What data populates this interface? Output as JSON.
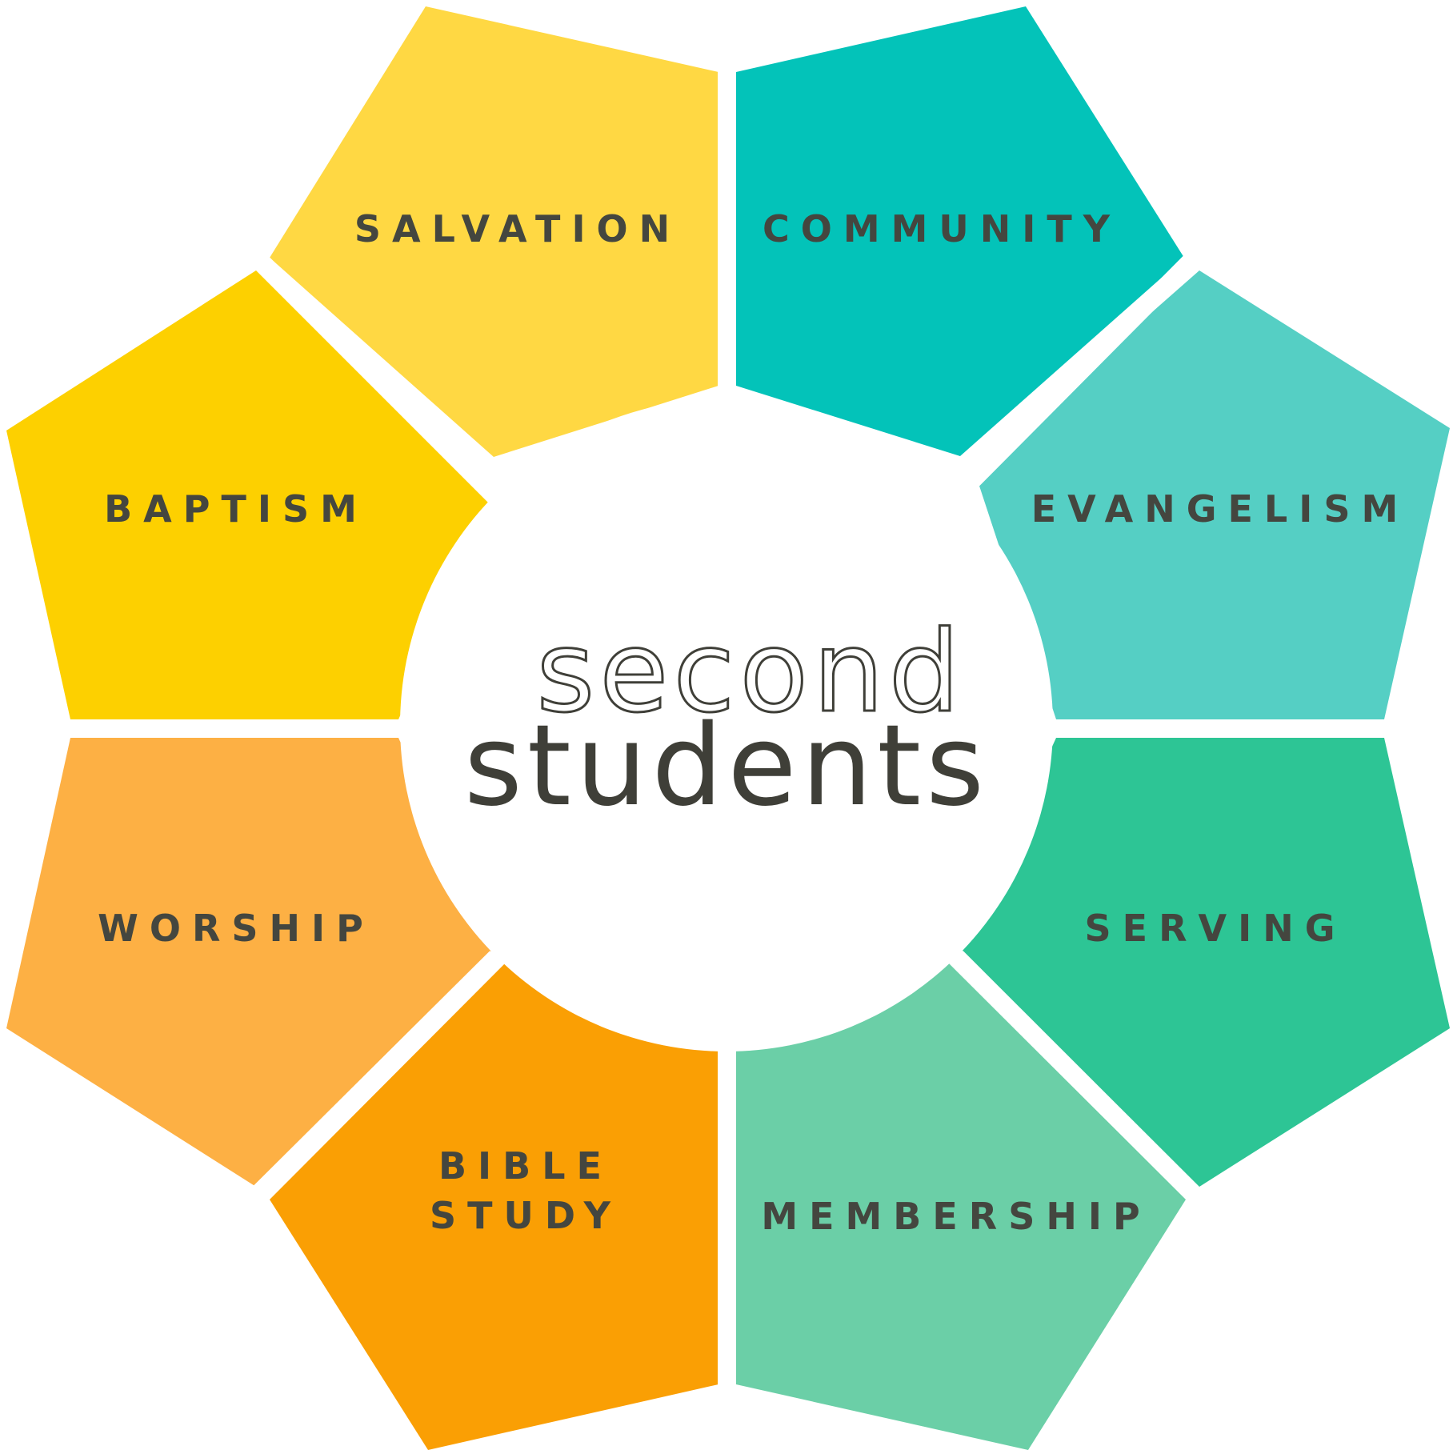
{
  "logo": {
    "line1": "second",
    "line2": "students"
  },
  "segments": [
    {
      "id": "salvation",
      "label_lines": [
        "SALVATION"
      ],
      "color": "#ffd843"
    },
    {
      "id": "community",
      "label_lines": [
        "COMMUNITY"
      ],
      "color": "#03c3b9"
    },
    {
      "id": "evangelism",
      "label_lines": [
        "EVANGELISM"
      ],
      "color": "#55cfc4"
    },
    {
      "id": "serving",
      "label_lines": [
        "SERVING"
      ],
      "color": "#2dc595"
    },
    {
      "id": "membership",
      "label_lines": [
        "MEMBERSHIP"
      ],
      "color": "#6bcfa7"
    },
    {
      "id": "bible-study",
      "label_lines": [
        "BIBLE",
        "STUDY"
      ],
      "color": "#fa9f04"
    },
    {
      "id": "worship",
      "label_lines": [
        "WORSHIP"
      ],
      "color": "#fdb044"
    },
    {
      "id": "baptism",
      "label_lines": [
        "BAPTISM"
      ],
      "color": "#fdd000"
    }
  ],
  "colors": {
    "label_text": "#44463f",
    "center_fill": "#ffffff",
    "logo_text": "#3f3f38"
  }
}
